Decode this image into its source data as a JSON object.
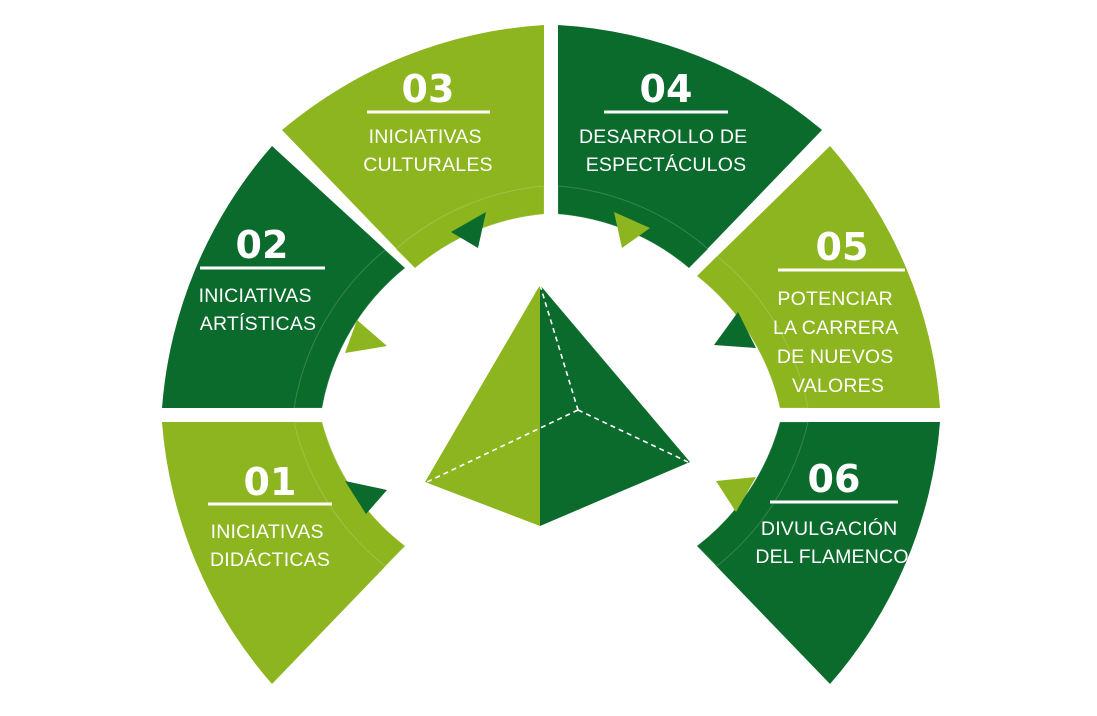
{
  "colors": {
    "light_green": "#8cb51f",
    "dark_green": "#0b6b2c",
    "background": "#ffffff"
  },
  "segments": [
    {
      "number": "01",
      "lines": [
        "INICIATIVAS",
        "DIDÁCTICAS"
      ],
      "color": "#8cb51f"
    },
    {
      "number": "02",
      "lines": [
        "INICIATIVAS",
        "ARTÍSTICAS"
      ],
      "color": "#0b6b2c"
    },
    {
      "number": "03",
      "lines": [
        "INICIATIVAS",
        "CULTURALES"
      ],
      "color": "#8cb51f"
    },
    {
      "number": "04",
      "lines": [
        "DESARROLLO DE",
        "ESPECTÁCULOS"
      ],
      "color": "#0b6b2c"
    },
    {
      "number": "05",
      "lines": [
        "POTENCIAR",
        "LA CARRERA",
        "DE NUEVOS",
        "VALORES"
      ],
      "color": "#8cb51f"
    },
    {
      "number": "06",
      "lines": [
        "DIVULGACIÓN",
        "DEL FLAMENCO"
      ],
      "color": "#0b6b2c"
    }
  ],
  "center_icon": "pyramid-icon"
}
